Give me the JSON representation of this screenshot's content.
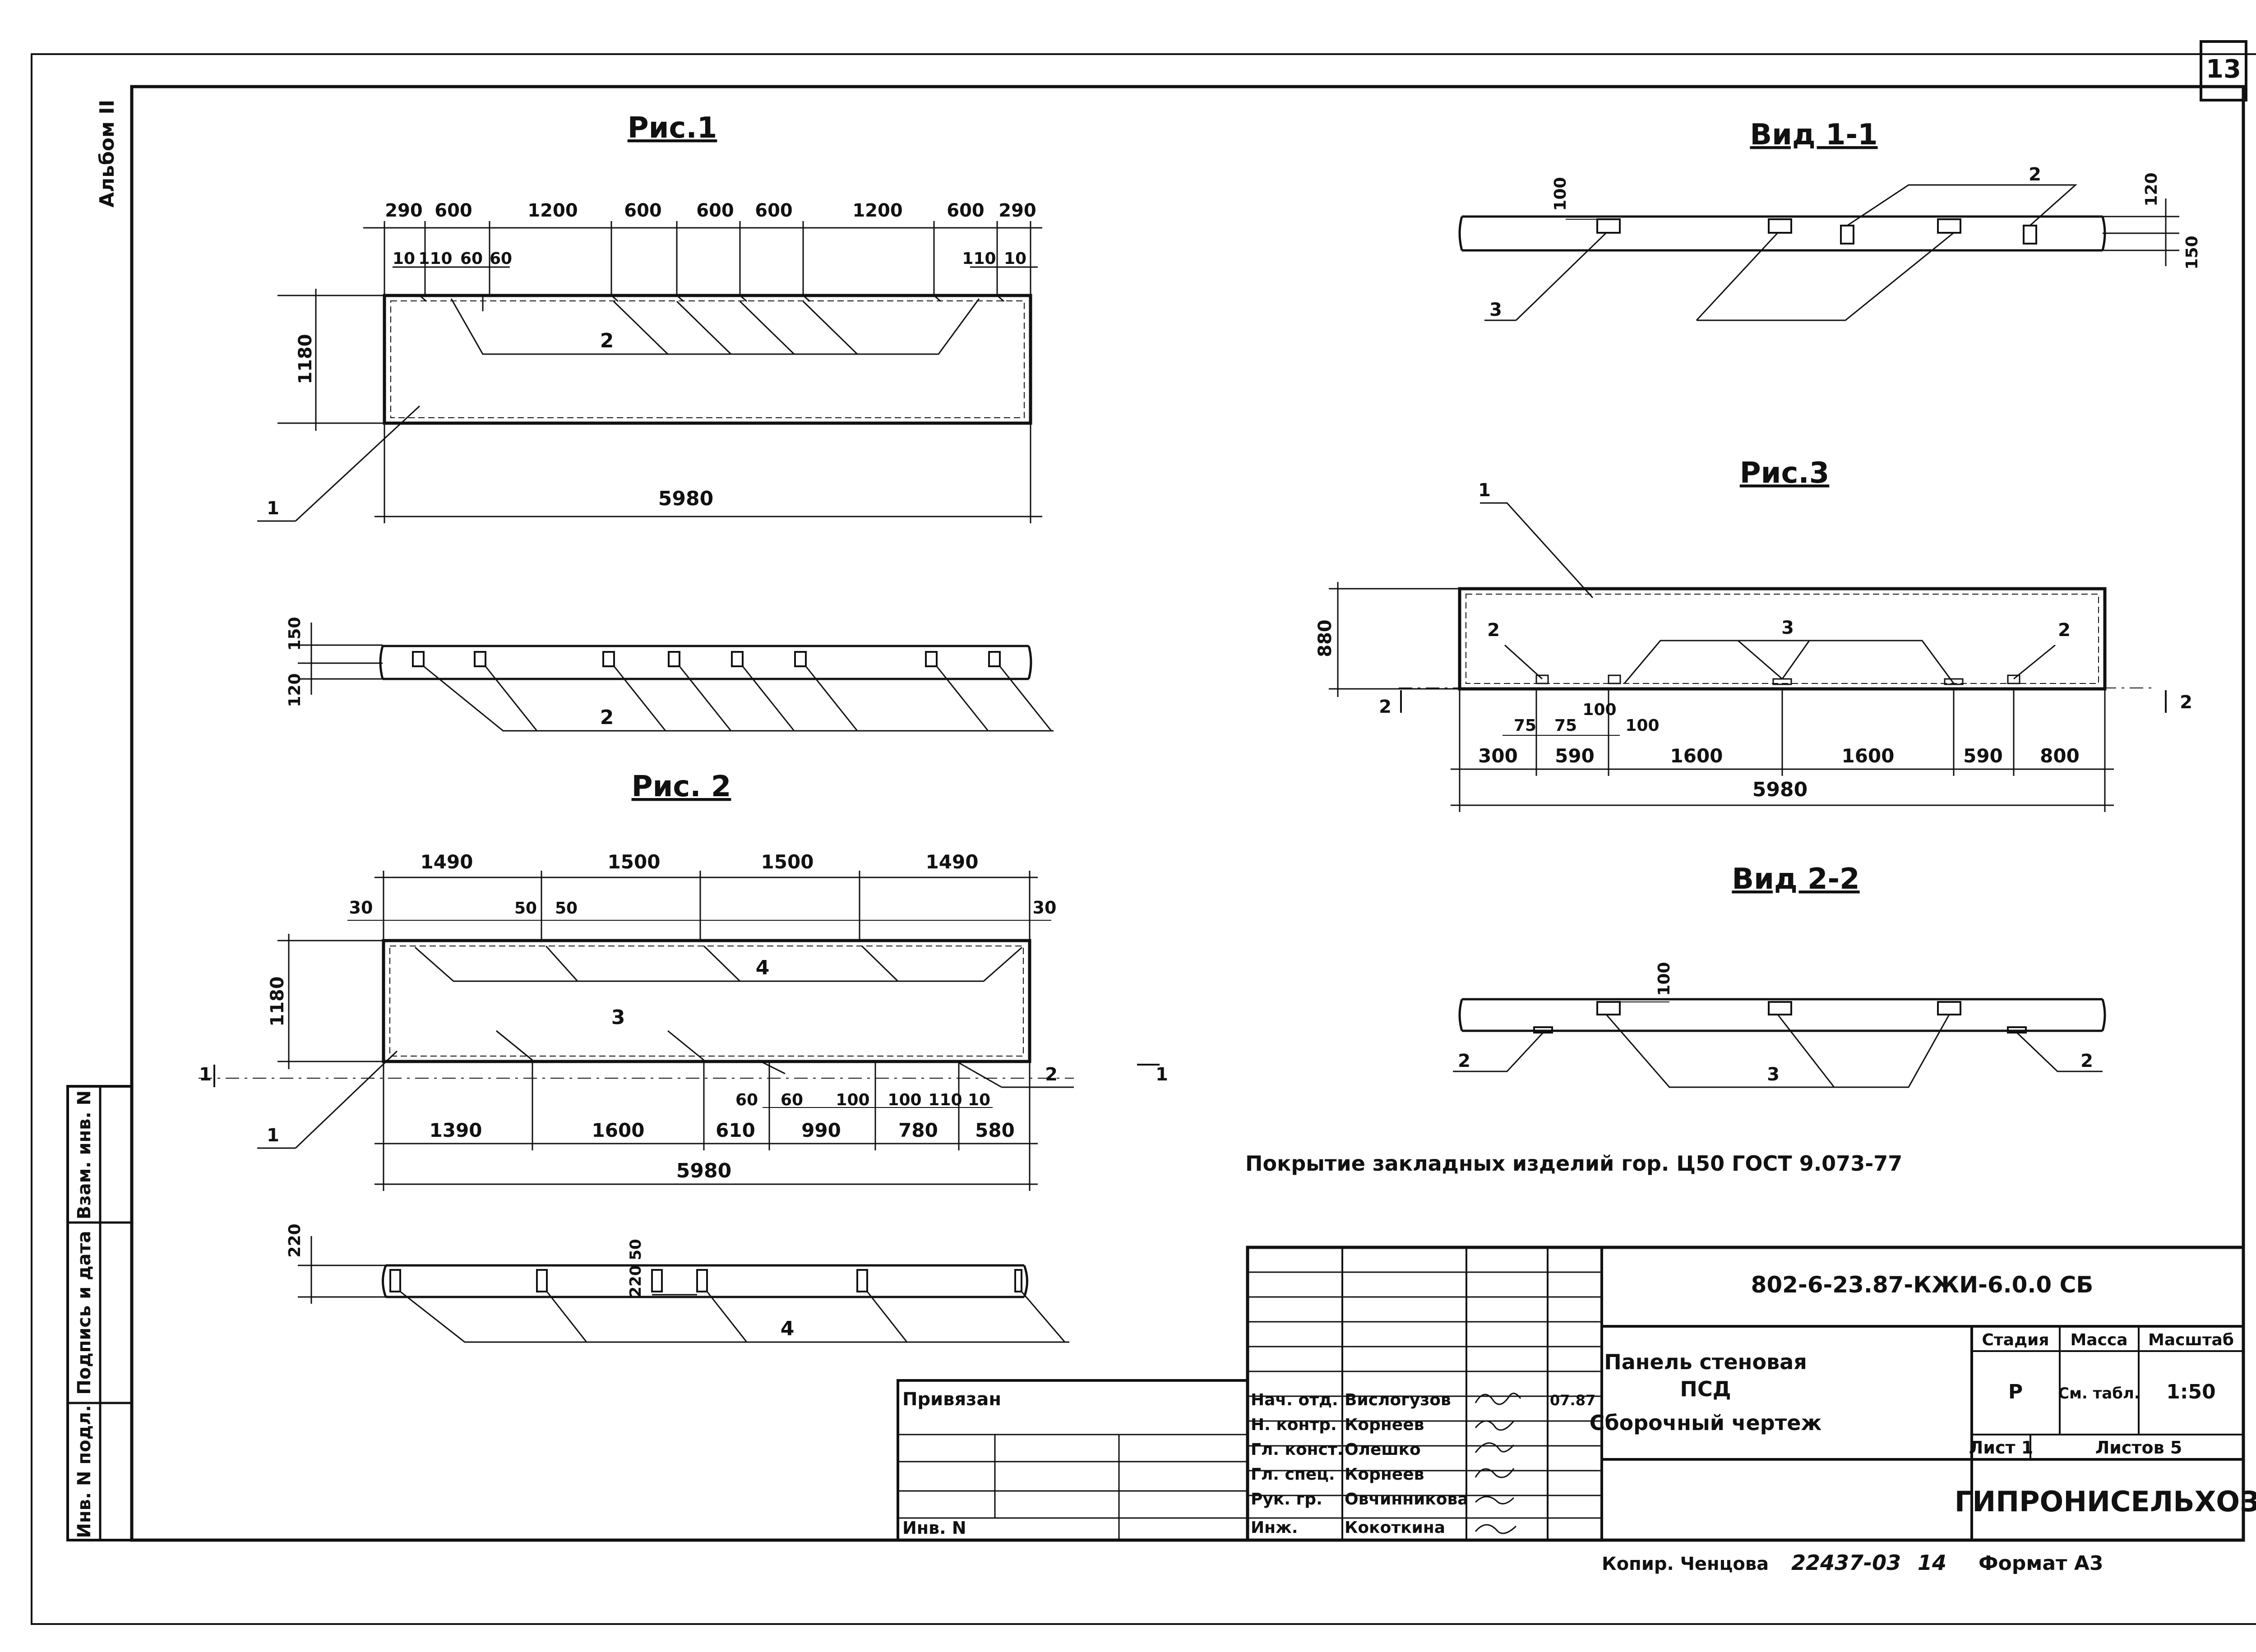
{
  "page_number": "13",
  "album_label": "Альбом II",
  "figures": {
    "fig1": {
      "title": "Рис.1",
      "top_dims": [
        "290",
        "600",
        "1200",
        "600",
        "600",
        "600",
        "1200",
        "600",
        "290"
      ],
      "detail_dims_left": [
        "10",
        "110",
        "60",
        "60"
      ],
      "detail_dims_right": [
        "110",
        "10"
      ],
      "height": "1180",
      "length": "5980",
      "callouts": [
        "1",
        "2"
      ],
      "side_view": {
        "dims": [
          "150",
          "120"
        ],
        "callout": "2"
      }
    },
    "fig2": {
      "title": "Рис. 2",
      "top_dims": [
        "1490",
        "1500",
        "1500",
        "1490"
      ],
      "edge_dims": [
        "30",
        "30"
      ],
      "upper_detail": [
        "50",
        "50"
      ],
      "bottom_dims": [
        "1390",
        "1600",
        "610",
        "990",
        "780",
        "580"
      ],
      "bottom_detail": [
        "60",
        "60",
        "100",
        "100",
        "110",
        "10"
      ],
      "height": "1180",
      "length": "5980",
      "callouts": [
        "4",
        "3",
        "1",
        "2"
      ],
      "section_marks": [
        "1",
        "1"
      ],
      "side_view": {
        "dims": [
          "220",
          "220",
          "50"
        ],
        "callout": "4"
      }
    },
    "view11": {
      "title": "Вид 1-1",
      "dims": [
        "100",
        "120",
        "150"
      ],
      "callouts": [
        "2",
        "3"
      ]
    },
    "fig3": {
      "title": "Рис.3",
      "height": "880",
      "callouts": [
        "1",
        "2",
        "3",
        "2"
      ],
      "small_dims": [
        "75",
        "75",
        "100",
        "100"
      ],
      "bottom_dims": [
        "300",
        "590",
        "1600",
        "1600",
        "590",
        "800"
      ],
      "length": "5980",
      "section_marks": [
        "2",
        "2"
      ]
    },
    "view22": {
      "title": "Вид 2-2",
      "dims": [
        "100"
      ],
      "callouts": [
        "2",
        "3",
        "2"
      ]
    }
  },
  "note": "Покрытие закладных изделий гор. Ц50 ГОСТ 9.073-77",
  "left_stamp": {
    "cells": [
      "Взам. инв. N",
      "Подпись и дата",
      "Инв. N подл."
    ]
  },
  "title_block": {
    "designation": "802-6-23.87-КЖИ-6.0.0 СБ",
    "name_lines": [
      "Панель стеновая",
      "ПСД",
      "Сборочный чертеж"
    ],
    "headers": {
      "stage": "Стадия",
      "mass": "Масса",
      "scale": "Масштаб"
    },
    "values": {
      "stage": "Р",
      "mass": "См. табл.",
      "scale": "1:50"
    },
    "sheet": "Лист 1",
    "sheets_total": "Листов 5",
    "organization": "ГИПРОНИСЕЛЬХОЗ",
    "bound_label": "Привязан",
    "inv_label": "Инв. N",
    "date": "07.87",
    "roles": [
      {
        "role": "Нач. отд.",
        "name": "Вислогузов"
      },
      {
        "role": "Н. контр.",
        "name": "Корнеев"
      },
      {
        "role": "Гл. конст.",
        "name": "Олешко"
      },
      {
        "role": "Гл. спец.",
        "name": "Корнеев"
      },
      {
        "role": "Рук. гр.",
        "name": "Овчинникова"
      },
      {
        "role": "Инж.",
        "name": "Кокоткина"
      }
    ]
  },
  "footer": {
    "copy": "Копир. Ченцова",
    "order": "22437-03",
    "sheet_no": "14",
    "format": "Формат А3"
  }
}
